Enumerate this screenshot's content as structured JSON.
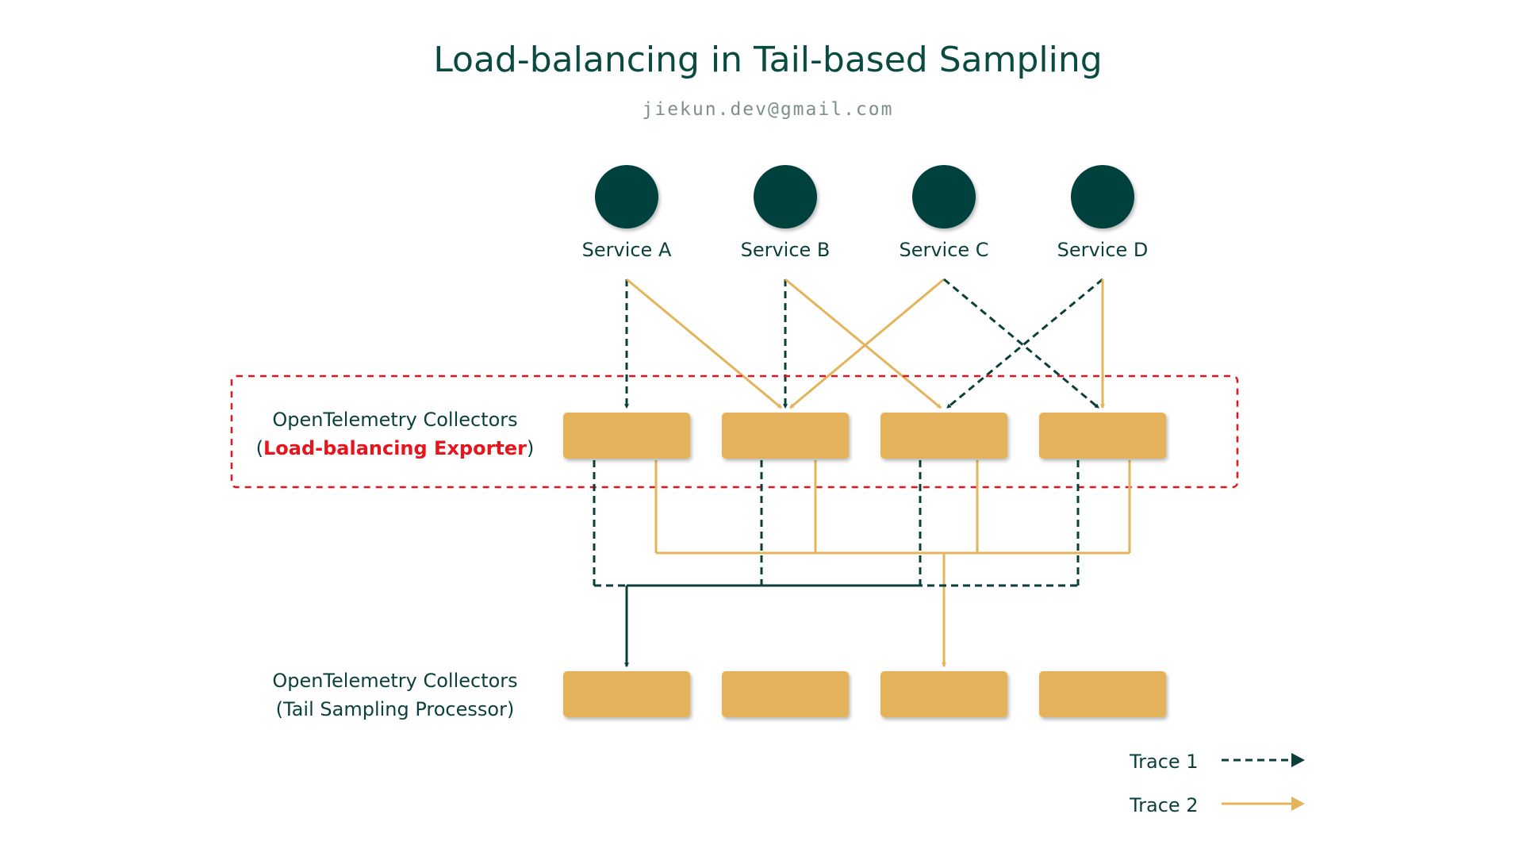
{
  "title": "Load-balancing in Tail-based Sampling",
  "subtitle": "jiekun.dev@gmail.com",
  "services": [
    {
      "label": "Service A"
    },
    {
      "label": "Service B"
    },
    {
      "label": "Service C"
    },
    {
      "label": "Service D"
    }
  ],
  "lb_row": {
    "line1": "OpenTelemetry Collectors",
    "open_paren": "(",
    "emphasis": "Load-balancing Exporter",
    "close_paren": ")"
  },
  "tail_row": {
    "line1": "OpenTelemetry Collectors",
    "line2": "(Tail Sampling Processor)"
  },
  "legend": [
    {
      "label": "Trace 1",
      "style": "dashed",
      "color": "#0b3f3a"
    },
    {
      "label": "Trace 2",
      "style": "solid",
      "color": "#e5b35a"
    }
  ],
  "colors": {
    "trace1": "#0b3f3a",
    "trace2": "#e5b35a",
    "collector": "#e3b25a",
    "service": "#023f3c",
    "group_border": "#e8141b"
  }
}
